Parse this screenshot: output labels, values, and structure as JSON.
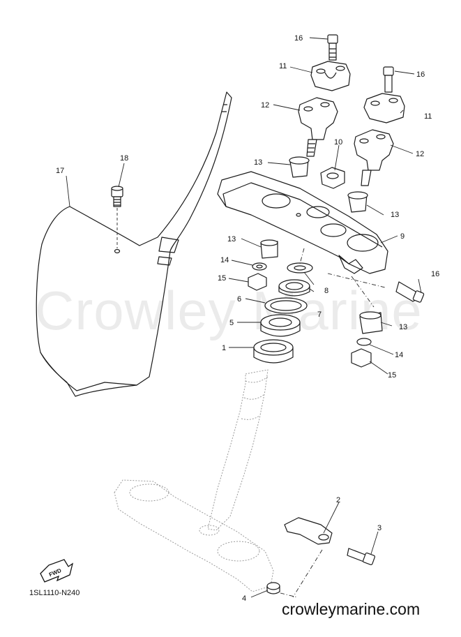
{
  "diagram": {
    "code": "1SL1110-N240",
    "watermark": "Crowley Marine",
    "site": "crowleymarine.com",
    "fwd_label": "FWD"
  },
  "callouts": [
    {
      "id": "c1",
      "text": "1"
    },
    {
      "id": "c2",
      "text": "2"
    },
    {
      "id": "c3",
      "text": "3"
    },
    {
      "id": "c4",
      "text": "4"
    },
    {
      "id": "c5",
      "text": "5"
    },
    {
      "id": "c6",
      "text": "6"
    },
    {
      "id": "c7",
      "text": "7"
    },
    {
      "id": "c8",
      "text": "8"
    },
    {
      "id": "c9",
      "text": "9"
    },
    {
      "id": "c10",
      "text": "10"
    },
    {
      "id": "c11a",
      "text": "11"
    },
    {
      "id": "c11b",
      "text": "11"
    },
    {
      "id": "c12a",
      "text": "12"
    },
    {
      "id": "c12b",
      "text": "12"
    },
    {
      "id": "c13a",
      "text": "13"
    },
    {
      "id": "c13b",
      "text": "13"
    },
    {
      "id": "c13c",
      "text": "13"
    },
    {
      "id": "c13d",
      "text": "13"
    },
    {
      "id": "c14a",
      "text": "14"
    },
    {
      "id": "c14b",
      "text": "14"
    },
    {
      "id": "c15a",
      "text": "15"
    },
    {
      "id": "c15b",
      "text": "15"
    },
    {
      "id": "c16a",
      "text": "16"
    },
    {
      "id": "c16b",
      "text": "16"
    },
    {
      "id": "c16c",
      "text": "16"
    },
    {
      "id": "c17",
      "text": "17"
    },
    {
      "id": "c18",
      "text": "18"
    }
  ]
}
